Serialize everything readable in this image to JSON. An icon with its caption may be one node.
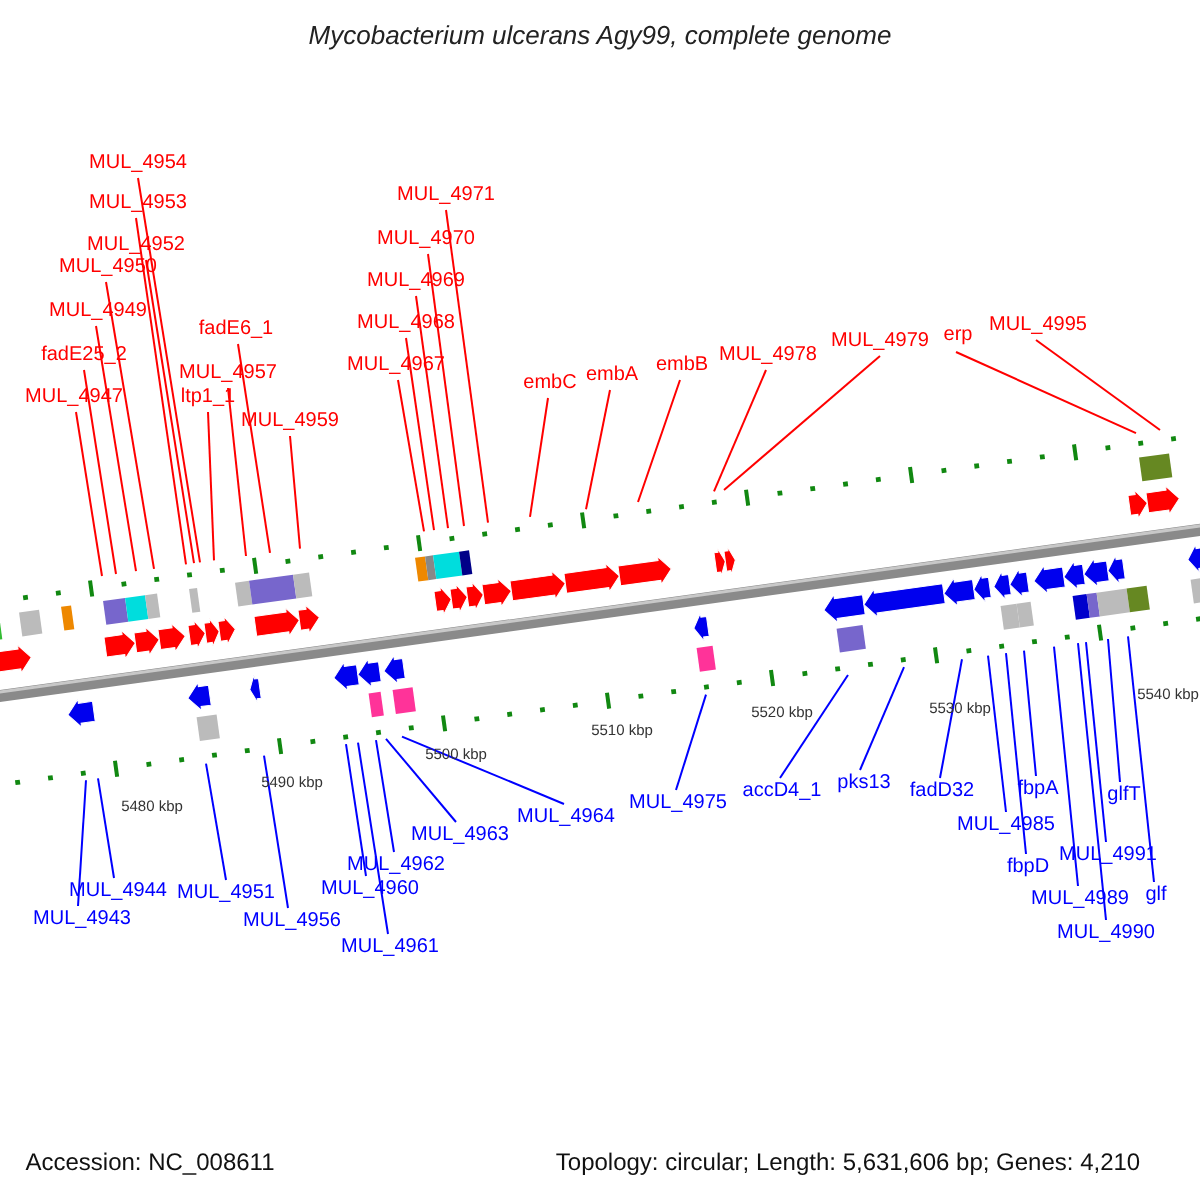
{
  "diagram": {
    "title": "Mycobacterium ulcerans Agy99, complete genome",
    "nodes": [
      {
        "text": [
          "MUL_4954"
        ]
      },
      {
        "text": [
          "MUL_4953"
        ]
      },
      {
        "text": [
          "MUL_4952"
        ]
      },
      {
        "text": [
          "MUL_4950"
        ]
      },
      {
        "text": [
          "MUL_4949"
        ]
      },
      {
        "text": [
          "fadE25_2"
        ]
      },
      {
        "text": [
          "MUL_4947"
        ]
      },
      {
        "text": [
          "fadE6_1"
        ]
      },
      {
        "text": [
          "MUL_4957"
        ]
      },
      {
        "text": [
          "ltp1_1"
        ]
      },
      {
        "text": [
          "MUL_4959"
        ]
      },
      {
        "text": [
          "MUL_4971"
        ]
      },
      {
        "text": [
          "MUL_4970"
        ]
      },
      {
        "text": [
          "MUL_4969"
        ]
      },
      {
        "text": [
          "MUL_4968"
        ]
      },
      {
        "text": [
          "MUL_4967"
        ]
      },
      {
        "text": [
          "embC"
        ]
      },
      {
        "text": [
          "embA"
        ]
      },
      {
        "text": [
          "embB"
        ]
      },
      {
        "text": [
          "MUL_4978"
        ]
      },
      {
        "text": [
          "MUL_4979"
        ]
      },
      {
        "text": [
          "erp"
        ]
      },
      {
        "text": [
          "MUL_4995"
        ]
      },
      {
        "text": [
          "MUL_4975"
        ]
      },
      {
        "text": [
          "accD4_1"
        ]
      },
      {
        "text": [
          "pks13"
        ]
      },
      {
        "text": [
          "fadD32"
        ]
      },
      {
        "text": [
          "fbpA"
        ]
      },
      {
        "text": [
          "glfT"
        ]
      },
      {
        "text": [
          "MUL_4964"
        ]
      },
      {
        "text": [
          "MUL_4985"
        ]
      },
      {
        "text": [
          "MUL_4963"
        ]
      },
      {
        "text": [
          "MUL_4991"
        ]
      },
      {
        "text": [
          "fbpD"
        ]
      },
      {
        "text": [
          "MUL_4962"
        ]
      },
      {
        "text": [
          "MUL_4944"
        ]
      },
      {
        "text": [
          "MUL_4951"
        ]
      },
      {
        "text": [
          "MUL_4960"
        ]
      },
      {
        "text": [
          "MUL_4989"
        ]
      },
      {
        "text": [
          "glf"
        ]
      },
      {
        "text": [
          "MUL_4943"
        ]
      },
      {
        "text": [
          "MUL_4956"
        ]
      },
      {
        "text": [
          "MUL_4990"
        ]
      },
      {
        "text": [
          "MUL_4961"
        ]
      }
    ],
    "edges": [
      {
        "from": 0,
        "to": null,
        "arrow": "none"
      },
      {
        "from": 1,
        "to": null,
        "arrow": "none"
      },
      {
        "from": 2,
        "to": null,
        "arrow": "none"
      },
      {
        "from": 3,
        "to": null,
        "arrow": "none"
      },
      {
        "from": 4,
        "to": null,
        "arrow": "none"
      },
      {
        "from": 5,
        "to": null,
        "arrow": "none"
      },
      {
        "from": 6,
        "to": null,
        "arrow": "none"
      },
      {
        "from": 7,
        "to": null,
        "arrow": "none"
      },
      {
        "from": 8,
        "to": null,
        "arrow": "none"
      },
      {
        "from": 9,
        "to": null,
        "arrow": "none"
      },
      {
        "from": 10,
        "to": null,
        "arrow": "none"
      },
      {
        "from": 11,
        "to": null,
        "arrow": "none"
      },
      {
        "from": 12,
        "to": null,
        "arrow": "none"
      },
      {
        "from": 13,
        "to": null,
        "arrow": "none"
      },
      {
        "from": 14,
        "to": null,
        "arrow": "none"
      },
      {
        "from": 15,
        "to": null,
        "arrow": "none"
      },
      {
        "from": 16,
        "to": null,
        "arrow": "none"
      },
      {
        "from": 17,
        "to": null,
        "arrow": "none"
      },
      {
        "from": 18,
        "to": null,
        "arrow": "none"
      },
      {
        "from": 19,
        "to": null,
        "arrow": "none"
      },
      {
        "from": 20,
        "to": null,
        "arrow": "none"
      },
      {
        "from": 21,
        "to": null,
        "arrow": "none"
      },
      {
        "from": 22,
        "to": null,
        "arrow": "none"
      },
      {
        "from": 23,
        "to": null,
        "arrow": "none",
        "color": "#0000ff"
      },
      {
        "from": 24,
        "to": null,
        "arrow": "none",
        "color": "#0000ff"
      },
      {
        "from": 25,
        "to": null,
        "arrow": "none",
        "color": "#0000ff"
      },
      {
        "from": 26,
        "to": null,
        "arrow": "none",
        "color": "#0000ff"
      },
      {
        "from": 27,
        "to": null,
        "arrow": "none",
        "color": "#0000ff"
      },
      {
        "from": 28,
        "to": null,
        "arrow": "none",
        "color": "#0000ff"
      },
      {
        "from": 29,
        "to": null,
        "arrow": "none",
        "color": "#0000ff"
      },
      {
        "from": 30,
        "to": null,
        "arrow": "none",
        "color": "#0000ff"
      },
      {
        "from": 31,
        "to": null,
        "arrow": "none",
        "color": "#0000ff"
      },
      {
        "from": 32,
        "to": null,
        "arrow": "none",
        "color": "#0000ff"
      },
      {
        "from": 33,
        "to": null,
        "arrow": "none",
        "color": "#0000ff"
      },
      {
        "from": 34,
        "to": null,
        "arrow": "none",
        "color": "#0000ff"
      },
      {
        "from": 35,
        "to": null,
        "arrow": "none",
        "color": "#0000ff"
      },
      {
        "from": 36,
        "to": null,
        "arrow": "none",
        "color": "#0000ff"
      },
      {
        "from": 37,
        "to": null,
        "arrow": "none",
        "color": "#0000ff"
      },
      {
        "from": 38,
        "to": null,
        "arrow": "none",
        "color": "#0000ff"
      },
      {
        "from": 39,
        "to": null,
        "arrow": "none",
        "color": "#0000ff"
      },
      {
        "from": 40,
        "to": null,
        "arrow": "none",
        "color": "#0000ff"
      },
      {
        "from": 41,
        "to": null,
        "arrow": "none",
        "color": "#0000ff"
      },
      {
        "from": 42,
        "to": null,
        "arrow": "none",
        "color": "#0000ff"
      },
      {
        "from": 43,
        "to": null,
        "arrow": "none",
        "color": "#0000ff"
      }
    ],
    "labels": [
      "5500 kbp",
      "5510 kbp",
      "5520 kbp",
      "5530 kbp",
      "5540 kbp",
      "5490 kbp",
      "5480 kbp",
      "Accession: NC_008611",
      "Topology: circular; Length: 5,631,606 bp; Genes: 4,210"
    ]
  }
}
